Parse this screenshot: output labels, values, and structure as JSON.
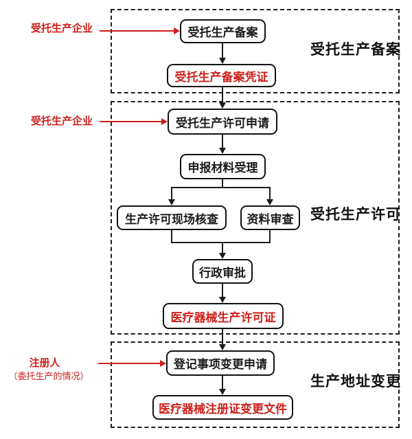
{
  "colors": {
    "background": "#ffffff",
    "line_black": "#1b1b1b",
    "accent_red": "#cc1f1a"
  },
  "sections": [
    {
      "label": "受托生产备案"
    },
    {
      "label": "受托生产许可"
    },
    {
      "label": "生产地址变更"
    }
  ],
  "side_labels": [
    {
      "text": "受托生产企业"
    },
    {
      "text": "受托生产企业"
    },
    {
      "text": "注册人",
      "note": "（委托生产的情况）"
    }
  ],
  "nodes": [
    {
      "text": "受托生产备案",
      "emphasis": "black"
    },
    {
      "text": "受托生产备案凭证",
      "emphasis": "red"
    },
    {
      "text": "受托生产许可申请",
      "emphasis": "black"
    },
    {
      "text": "申报材料受理",
      "emphasis": "black"
    },
    {
      "text": "生产许可现场核查",
      "emphasis": "black"
    },
    {
      "text": "资料审查",
      "emphasis": "black"
    },
    {
      "text": "行政审批",
      "emphasis": "black"
    },
    {
      "text": "医疗器械生产许可证",
      "emphasis": "red"
    },
    {
      "text": "登记事项变更申请",
      "emphasis": "black"
    },
    {
      "text": "医疗器械注册证变更文件",
      "emphasis": "red"
    }
  ]
}
